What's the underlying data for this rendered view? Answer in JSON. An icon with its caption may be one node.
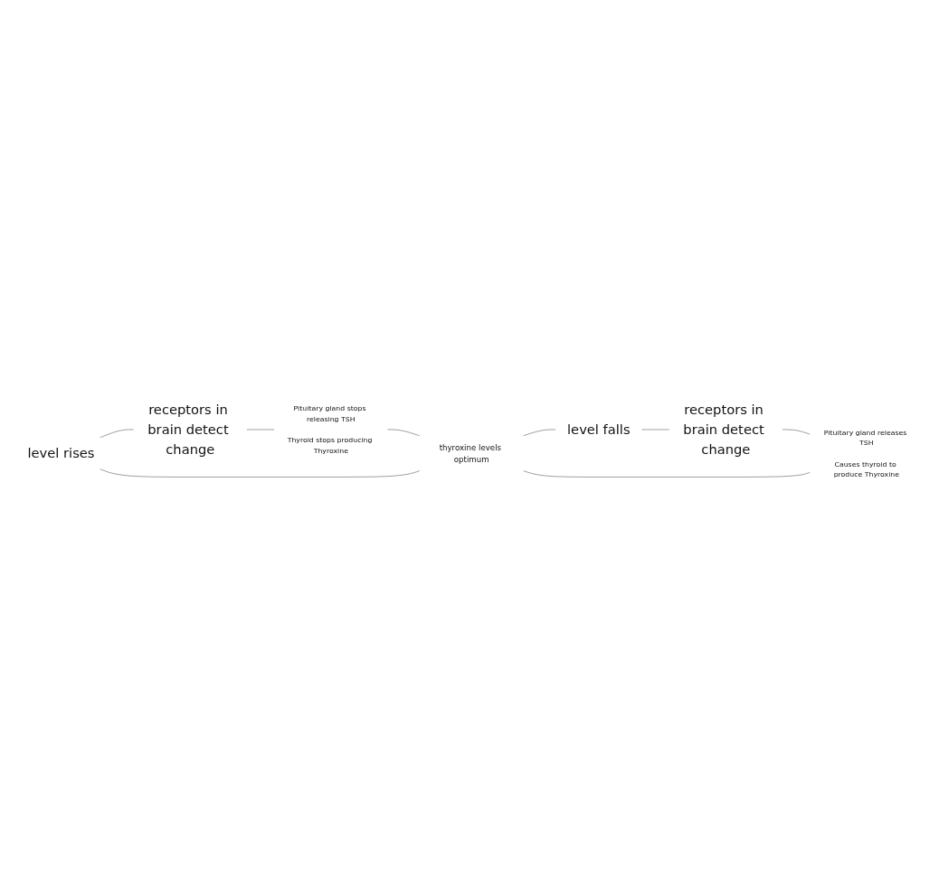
{
  "diagram": {
    "nodes": [
      {
        "text": [
          "level rises"
        ]
      },
      {
        "text": [
          "receptors in brain detect change"
        ]
      },
      {
        "text": [
          "Pituitary gland stops releasing TSH",
          "Thyroid stops producing Thyroxine"
        ]
      },
      {
        "text": [
          "thyroxine levels optimum"
        ]
      },
      {
        "text": [
          "Pituitary gland releases TSH",
          "Causes thyroid to produce Thyroxine"
        ]
      },
      {
        "text": [
          "level falls"
        ]
      },
      {
        "text": [
          "receptors in brain detect change"
        ]
      }
    ],
    "edges": [
      {
        "from": 3,
        "to": 0,
        "arrow": "none"
      },
      {
        "from": 3,
        "to": 5,
        "arrow": "none"
      },
      {
        "from": 0,
        "to": 1,
        "arrow": "none"
      },
      {
        "from": 1,
        "to": 2,
        "arrow": "none"
      },
      {
        "from": 2,
        "to": 3,
        "arrow": "none"
      },
      {
        "from": 5,
        "to": 6,
        "arrow": "none"
      },
      {
        "from": 6,
        "to": 4,
        "arrow": "none"
      },
      {
        "from": 4,
        "to": 3,
        "arrow": "none"
      }
    ]
  }
}
